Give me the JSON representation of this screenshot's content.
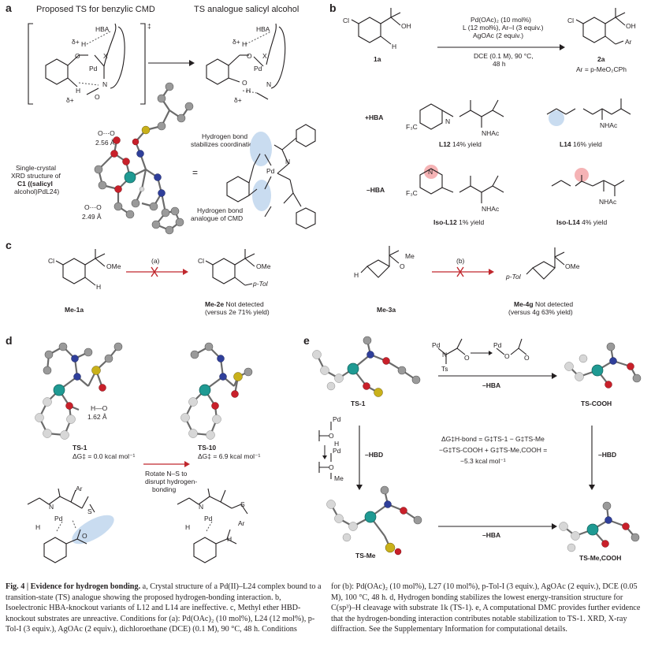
{
  "panels": {
    "a": {
      "letter": "a",
      "title_left": "Proposed TS for benzylic CMD",
      "title_right": "TS analogue salicyl alcohol",
      "dagger": "‡",
      "ts_labels": {
        "hba": "HBA",
        "x": "X",
        "pd": "Pd",
        "o": "O",
        "n": "N",
        "h": "H",
        "d_plus": "δ+"
      },
      "xrd_label": [
        "Single-crystal",
        "XRD structure of",
        "C1 ((salicyl",
        "alcohol)PdL24)"
      ],
      "dist1_label": "O⋯O",
      "dist1": "2.56 Å",
      "dist2_label": "O⋯O",
      "dist2": "2.49 Å",
      "equals": "=",
      "note_top": [
        "Hydrogen bond",
        "stabilizes coordination"
      ],
      "note_bottom": [
        "Hydrogen bond",
        "analogue of CMD"
      ]
    },
    "b": {
      "letter": "b",
      "conditions": [
        "Pd(OAc)₂ (10 mol%)",
        "L (12 mol%), Ar–I (3 equiv.)",
        "AgOAc (2 equiv.)"
      ],
      "conditions_below": [
        "DCE (0.1 M), 90 °C,",
        "48 h"
      ],
      "sm_label": "1a",
      "prod_label": "2a",
      "ar_def": "Ar = p-MeO₂CPh",
      "row1_label": "+HBA",
      "row2_label": "–HBA",
      "ligands": [
        {
          "name": "L12",
          "yield": "14% yield"
        },
        {
          "name": "L14",
          "yield": "16% yield"
        },
        {
          "name": "Iso-L12",
          "yield": "1% yield"
        },
        {
          "name": "Iso-L14",
          "yield": "4% yield"
        }
      ],
      "atom_text": {
        "cf3": "F₃C",
        "n": "N",
        "nhac": "NHAc",
        "h": "H",
        "cl": "Cl",
        "oh": "OH",
        "ar": "Ar"
      }
    },
    "c": {
      "letter": "c",
      "cond_a": "(a)",
      "cond_b": "(b)",
      "left_sm": "Me-1a",
      "left_prod": "Me-2e",
      "left_result": "Not detected",
      "left_versus": "(versus 2e 71% yield)",
      "right_sm": "Me-3a",
      "right_prod": "Me-4g",
      "right_result": "Not detected",
      "right_versus": "(versus 4g 63% yield)",
      "atom_text": {
        "ome": "OMe",
        "me": "Me",
        "ptol": "p-Tol",
        "cl": "Cl",
        "h": "H",
        "o": "O"
      }
    },
    "d": {
      "letter": "d",
      "ts1": "TS-1",
      "ts1_energy": "ΔG‡ = 0.0 kcal mol⁻¹",
      "ts10": "TS-10",
      "ts10_energy": "ΔG‡ = 6.9 kcal mol⁻¹",
      "hbond": "H—O",
      "hbond_dist": "1.62 Å",
      "arrow_text": [
        "Rotate N–S to",
        "disrupt hydrogen-",
        "bonding"
      ],
      "atom_text": {
        "ar": "Ar",
        "pd": "Pd",
        "n": "N",
        "s": "S",
        "o": "O",
        "h": "H"
      }
    },
    "e": {
      "letter": "e",
      "ts1": "TS-1",
      "ts_cooh": "TS-COOH",
      "ts_me": "TS-Me",
      "ts_me_cooh": "TS-Me,COOH",
      "minus_hba": "–HBA",
      "minus_hbd": "–HBD",
      "eq_line1": "ΔG‡H-bond = G‡TS-1 − G‡TS-Me",
      "eq_line2": "−G‡TS-COOH + G‡TS-Me,COOH =",
      "eq_line3": "−5.3 kcal mol⁻¹",
      "atom_text": {
        "pd": "Pd",
        "n": "N",
        "ts": "Ts",
        "o": "O",
        "h": "H",
        "me": "Me"
      }
    }
  },
  "caption": {
    "fig": "Fig. 4 |",
    "title": "Evidence for hydrogen bonding.",
    "left": "a, Crystal structure of a Pd(II)–L24 complex bound to a transition-state (TS) analogue showing the proposed hydrogen-bonding interaction. b, Isoelectronic HBA-knockout variants of L12 and L14 are ineffective. c, Methyl ether HBD-knockout substrates are unreactive. Conditions for (a): Pd(OAc)₂ (10 mol%), L24 (12 mol%), p-Tol-I (3 equiv.), AgOAc (2 equiv.), dichloroethane (DCE) (0.1 M), 90 °C, 48 h. Conditions",
    "right": "for (b): Pd(OAc)₂ (10 mol%), L27 (10 mol%), p-Tol-I (3 equiv.), AgOAc (2 equiv.), DCE (0.05 M), 100 °C, 48 h. d, Hydrogen bonding stabilizes the lowest energy-transition structure for C(sp³)–H cleavage with substrate 1k (TS-1). e, A computational DMC provides further evidence that the hydrogen-bonding interaction contributes notable stabilization to TS-1. XRD, X-ray diffraction. See the Supplementary Information for computational details."
  },
  "colors": {
    "highlight_blue": "#c9dcf0",
    "highlight_red": "#f5b3b5",
    "arrow_red": "#c0272d",
    "pd_teal": "#1f9a93"
  }
}
